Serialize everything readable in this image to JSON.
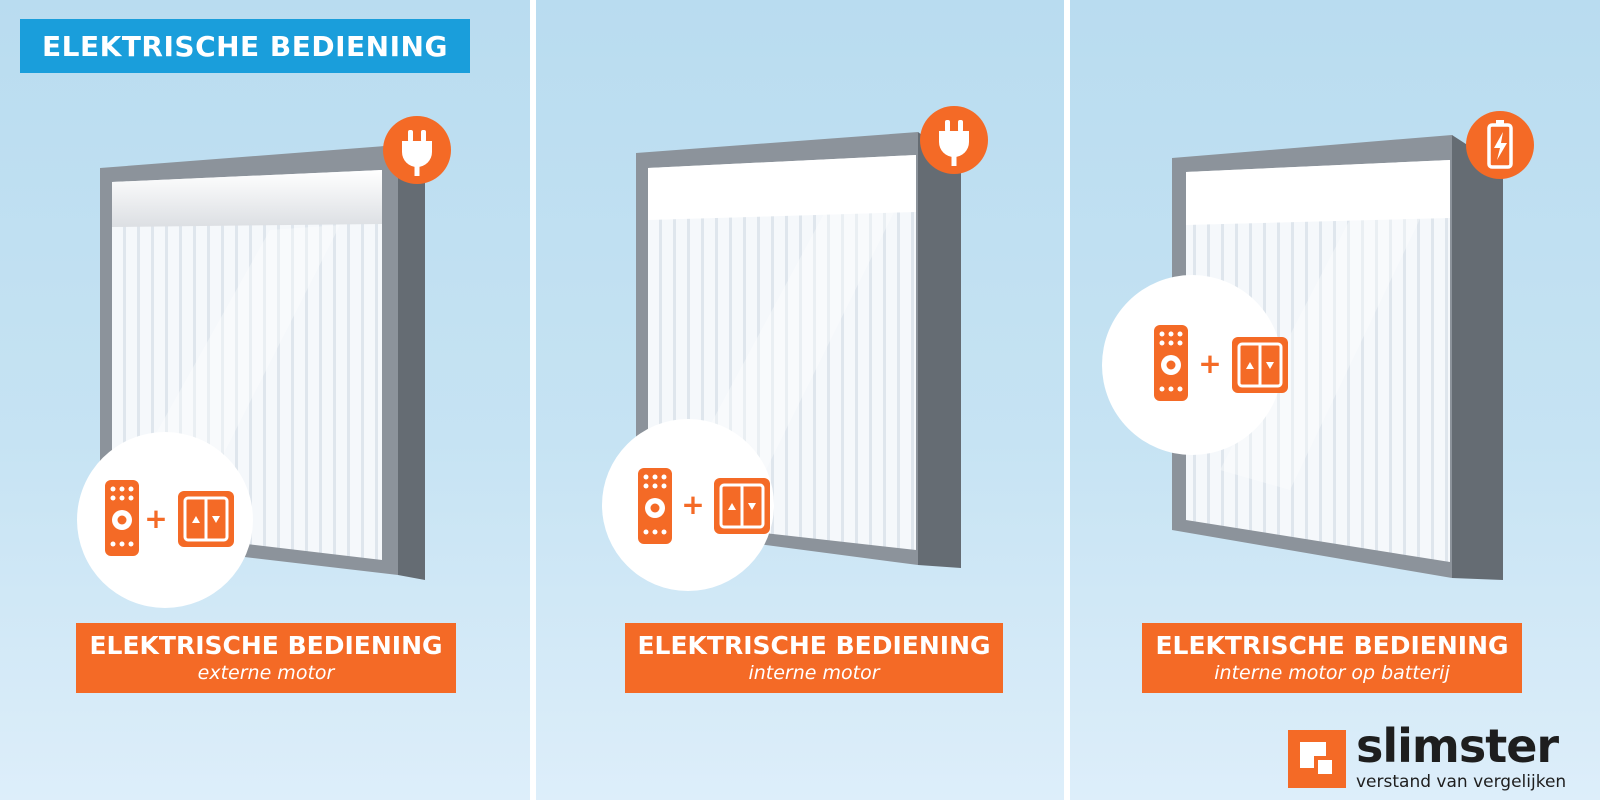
{
  "header": {
    "title": "ELEKTRISCHE BEDIENING"
  },
  "colors": {
    "accent": "#f46a26",
    "badge_blue": "#1a9edb",
    "frame_gray": "#8c939b"
  },
  "panels": [
    {
      "title": "ELEKTRISCHE BEDIENING",
      "subtitle": "externe motor",
      "power_icon": "plug-icon",
      "controls": [
        "remote-control-icon",
        "wall-switch-icon"
      ]
    },
    {
      "title": "ELEKTRISCHE BEDIENING",
      "subtitle": "interne motor",
      "power_icon": "plug-icon",
      "controls": [
        "remote-control-icon",
        "wall-switch-icon"
      ]
    },
    {
      "title": "ELEKTRISCHE BEDIENING",
      "subtitle": "interne motor op batterij",
      "power_icon": "battery-icon",
      "controls": [
        "remote-control-icon",
        "wall-switch-icon"
      ]
    }
  ],
  "logo": {
    "name": "slimster",
    "tagline": "verstand van vergelijken"
  }
}
